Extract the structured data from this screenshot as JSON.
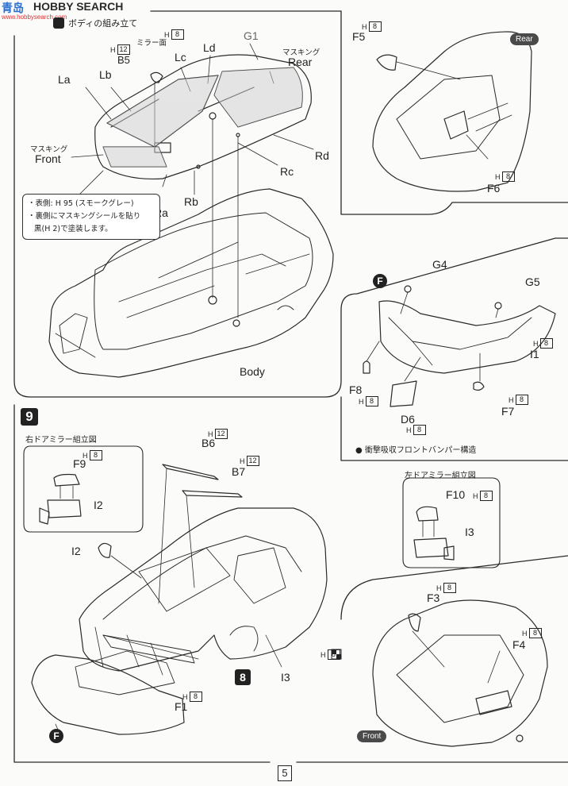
{
  "watermark": {
    "site_cn": "青岛",
    "site_text": "HOBBY SEARCH",
    "url": "www.hobbysearch.com"
  },
  "header": {
    "title_jp": "ボディの組み立て"
  },
  "step8": {
    "parts": {
      "G1": "G1",
      "B5": "B5",
      "La": "La",
      "Lb": "Lb",
      "Lc": "Lc",
      "Ld": "Ld",
      "Ra": "Ra",
      "Rb": "Rb",
      "Rc": "Rc",
      "Rd": "Rd",
      "Body": "Body"
    },
    "mirror_face": "ミラー面",
    "mask_rear_jp": "マスキング",
    "mask_rear": "Rear",
    "mask_front_jp": "マスキング",
    "mask_front": "Front",
    "paint_h_b5": "H",
    "paint_n_b5": "12",
    "paint_h_g1": "H",
    "paint_n_g1": "8",
    "note_line1": "・表側: H 95 (スモークグレー)",
    "note_line2": "・裏側にマスキングシールを貼り",
    "note_line3": "黒(H 2)で塗装します。"
  },
  "rear_inset": {
    "tag": "Rear",
    "F5": "F5",
    "F6": "F6",
    "paint_h_f5": "H",
    "paint_n_f5": "8",
    "paint_h_f6": "H",
    "paint_n_f6": "8"
  },
  "bumper_inset": {
    "circle": "F",
    "G4": "G4",
    "G5": "G5",
    "I1": "I1",
    "F7": "F7",
    "F8": "F8",
    "D6": "D6",
    "paint_h_i1": "H",
    "paint_n_i1": "8",
    "paint_h_f7": "H",
    "paint_n_f7": "8",
    "paint_h_f8": "H",
    "paint_n_f8": "8",
    "paint_h_d6": "H",
    "paint_n_d6": "8",
    "caption": "● 衝撃吸収フロントバンパー構造"
  },
  "step9": {
    "num": "9",
    "right_mirror_title": "右ドアミラー組立図",
    "F9": "F9",
    "I2": "I2",
    "I2b": "I2",
    "paint_h_f9": "H",
    "paint_n_f9": "8",
    "B6": "B6",
    "B7": "B7",
    "paint_h_b6": "H",
    "paint_n_b6": "12",
    "paint_h_b7": "H",
    "paint_n_b7": "12",
    "F1": "F1",
    "paint_h_f1": "H",
    "paint_n_f1": "8",
    "I3": "I3",
    "paint_h_body": "H",
    "paint_n_body": "8",
    "ref_step": "8",
    "circle": "F"
  },
  "left_mirror_inset": {
    "title": "左ドアミラー組立図",
    "F10": "F10",
    "I3": "I3",
    "paint_h": "H",
    "paint_n": "8"
  },
  "front_inset": {
    "tag": "Front",
    "F3": "F3",
    "F4": "F4",
    "paint_h_f3": "H",
    "paint_n_f3": "8",
    "paint_h_f4": "H",
    "paint_n_f4": "8"
  },
  "footer": {
    "page": "5"
  }
}
